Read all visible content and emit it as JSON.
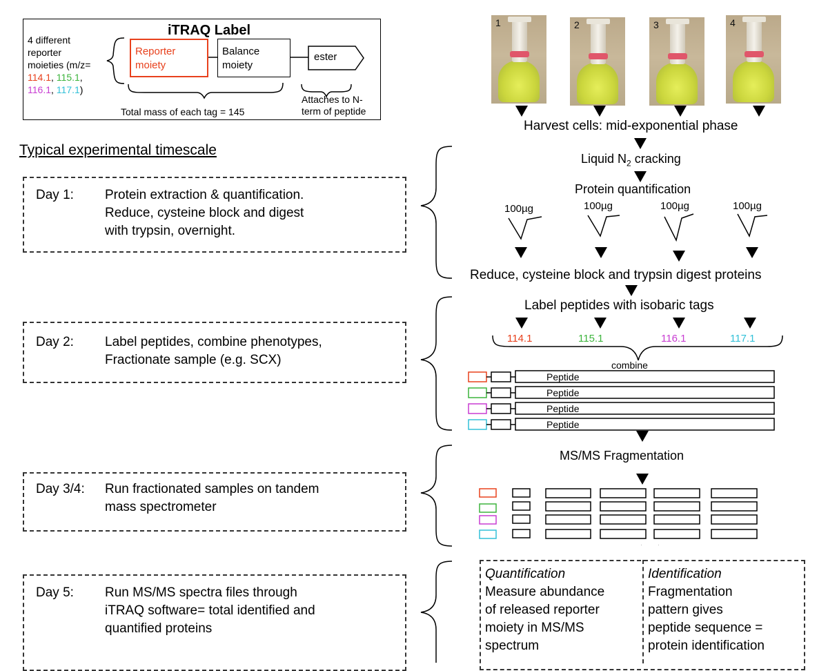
{
  "itraq": {
    "title": "iTRAQ Label",
    "reporters_intro_1": "4 different",
    "reporters_intro_2": "reporter",
    "reporters_intro_3": "moieties  (m/z=",
    "m114": "114.1",
    "m115": "115.1",
    "m116": "116.1",
    "m117": "117.1",
    "reporter_moiety_1": "Reporter",
    "reporter_moiety_2": "moiety",
    "balance_moiety_1": "Balance",
    "balance_moiety_2": "moiety",
    "ester": "ester",
    "total_mass": "Total mass of each tag = 145",
    "attaches_1": "Attaches to N-",
    "attaches_2": "term of peptide"
  },
  "timescale": {
    "heading": "Typical experimental timescale",
    "days": [
      {
        "label": "Day 1:",
        "line1": "Protein extraction & quantification.",
        "line2": "Reduce, cysteine block and digest",
        "line3": "with trypsin, overnight."
      },
      {
        "label": "Day 2:",
        "line1": "Label peptides, combine phenotypes,",
        "line2": "Fractionate sample (e.g. SCX)"
      },
      {
        "label": "Day 3/4:",
        "line1": "Run fractionated samples on tandem",
        "line2": "mass spectrometer"
      },
      {
        "label": "Day 5:",
        "line1": "Run MS/MS spectra files through",
        "line2": "iTRAQ software= total identified and",
        "line3": "quantified proteins"
      }
    ]
  },
  "workflow": {
    "flask_numbers": [
      "1",
      "2",
      "3",
      "4"
    ],
    "harvest": "Harvest cells: mid-exponential phase",
    "cracking_pre": "Liquid N",
    "cracking_sub": "2",
    "cracking_post": " cracking",
    "quant": "Protein quantification",
    "amounts": [
      "100µg",
      "100µg",
      "100µg",
      "100µg"
    ],
    "digest": "Reduce, cysteine block and trypsin digest proteins",
    "label": "Label peptides with isobaric tags",
    "tags": [
      "114.1",
      "115.1",
      "116.1",
      "117.1"
    ],
    "combine": "combine",
    "peptide": "Peptide",
    "msms": "MS/MS Fragmentation",
    "quantification_title": "Quantification",
    "quantification_lines": [
      "Measure abundance",
      "of released reporter",
      "moiety in MS/MS",
      "spectrum"
    ],
    "identification_title": "Identification",
    "identification_lines": [
      "Fragmentation",
      "pattern gives",
      "peptide sequence =",
      "protein identification"
    ]
  },
  "colors": {
    "red": "#e8401c",
    "green": "#3cb43c",
    "magenta": "#c83cd2",
    "cyan": "#32c0d8"
  }
}
